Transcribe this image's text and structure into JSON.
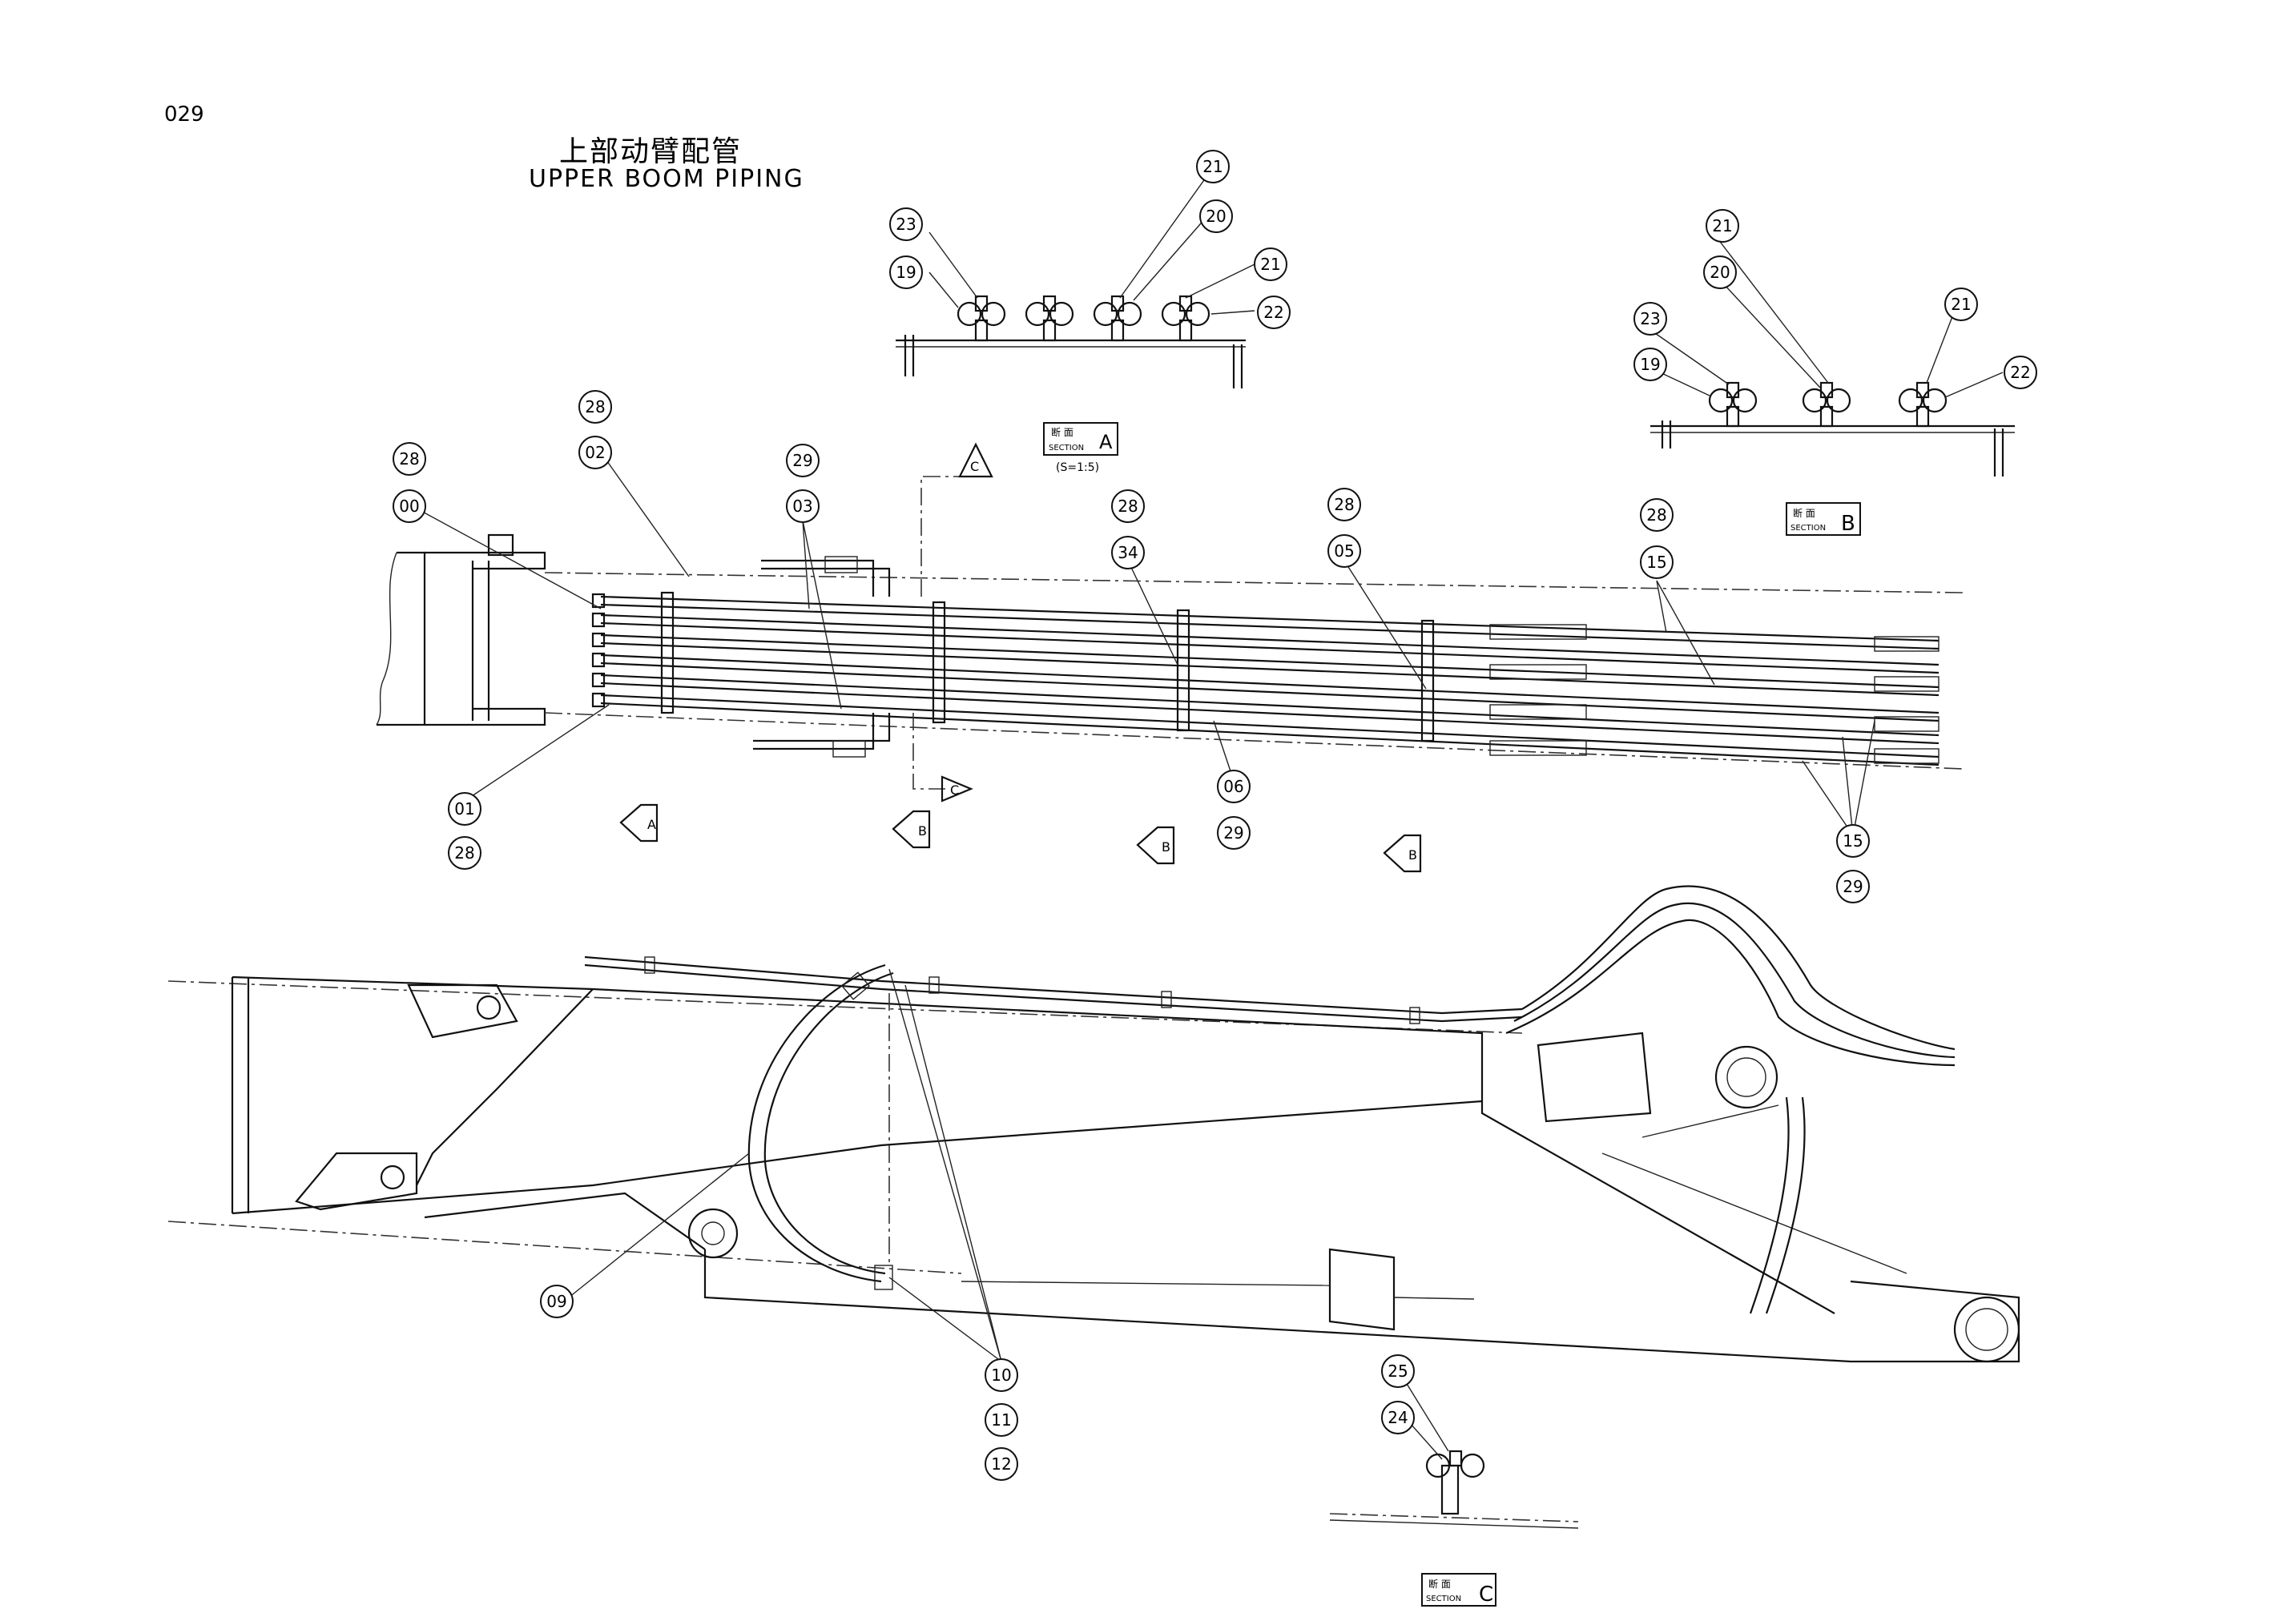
{
  "page_number": "029",
  "title_cn": "上部动臂配管",
  "title_en": "UPPER BOOM PIPING",
  "sections": {
    "a": {
      "cn": "断 面",
      "en": "SECTION",
      "letter": "A",
      "scale": "(S=1:5)"
    },
    "b": {
      "cn": "断 面",
      "en": "SECTION",
      "letter": "B"
    },
    "c": {
      "cn": "断 面",
      "en": "SECTION",
      "letter": "C"
    }
  },
  "view_arrows": [
    "A",
    "B",
    "B",
    "B",
    "C",
    "C"
  ],
  "callouts": [
    "21",
    "20",
    "23",
    "21",
    "19",
    "22",
    "21",
    "20",
    "21",
    "23",
    "19",
    "22",
    "28",
    "02",
    "28",
    "00",
    "29",
    "03",
    "28",
    "34",
    "28",
    "05",
    "28",
    "15",
    "01",
    "28",
    "06",
    "29",
    "15",
    "29",
    "09",
    "10",
    "11",
    "12",
    "25",
    "24"
  ]
}
